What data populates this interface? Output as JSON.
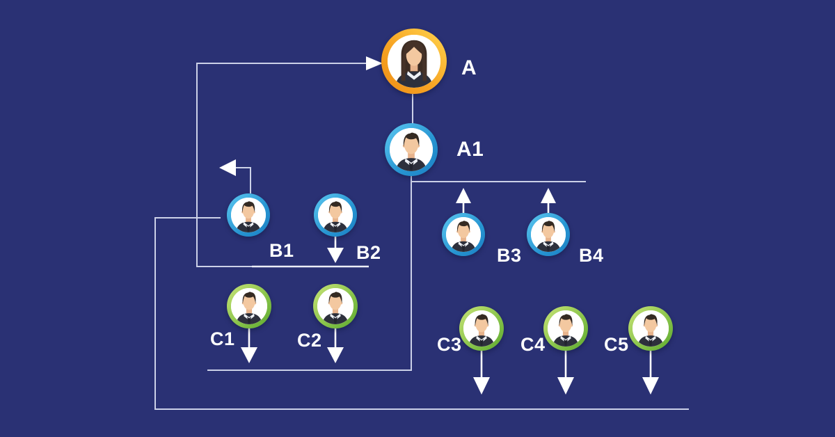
{
  "title": "Hierarchy diagram with avatar nodes",
  "colors": {
    "background": "#2a3174",
    "connector_line": "#ccd1e8",
    "arrow": "#ffffff",
    "label_text": "#ffffff",
    "ring_orange_light": "#ffd04a",
    "ring_orange_dark": "#ef8f17",
    "ring_blue_light": "#58c4ee",
    "ring_blue_dark": "#1b80c4",
    "ring_green_light": "#c3e173",
    "ring_green_dark": "#5ca92f"
  },
  "nodes": [
    {
      "id": "A",
      "label": "A",
      "ring": "orange",
      "avatar": "female"
    },
    {
      "id": "A1",
      "label": "A1",
      "ring": "blue",
      "avatar": "male"
    },
    {
      "id": "B1",
      "label": "B1",
      "ring": "blue",
      "avatar": "male"
    },
    {
      "id": "B2",
      "label": "B2",
      "ring": "blue",
      "avatar": "male"
    },
    {
      "id": "B3",
      "label": "B3",
      "ring": "blue",
      "avatar": "male"
    },
    {
      "id": "B4",
      "label": "B4",
      "ring": "blue",
      "avatar": "male"
    },
    {
      "id": "C1",
      "label": "C1",
      "ring": "green",
      "avatar": "male"
    },
    {
      "id": "C2",
      "label": "C2",
      "ring": "green",
      "avatar": "male"
    },
    {
      "id": "C3",
      "label": "C3",
      "ring": "green",
      "avatar": "male"
    },
    {
      "id": "C4",
      "label": "C4",
      "ring": "green",
      "avatar": "male"
    },
    {
      "id": "C5",
      "label": "C5",
      "ring": "green",
      "avatar": "male"
    }
  ],
  "edges": [
    {
      "from": "A",
      "to": "A1",
      "style": "plain-line"
    },
    {
      "from": "A1",
      "to": "B3-B4-branch",
      "style": "elbow-line"
    },
    {
      "from": "B3",
      "to": "branch-line",
      "style": "arrow-up"
    },
    {
      "from": "B4",
      "to": "branch-line",
      "style": "arrow-up"
    },
    {
      "from": "B1",
      "to": "out-left",
      "style": "arrow-left"
    },
    {
      "from": "B2",
      "to": "row-baseline",
      "style": "arrow-down"
    },
    {
      "from": "row-baseline",
      "to": "A",
      "style": "loop-arrow-right"
    },
    {
      "from": "C1",
      "to": "row-baseline",
      "style": "arrow-down"
    },
    {
      "from": "C2",
      "to": "row-baseline",
      "style": "arrow-down"
    },
    {
      "from": "C3",
      "to": "bottom-rail",
      "style": "arrow-down"
    },
    {
      "from": "C4",
      "to": "bottom-rail",
      "style": "arrow-down"
    },
    {
      "from": "C5",
      "to": "bottom-rail",
      "style": "arrow-down"
    }
  ]
}
